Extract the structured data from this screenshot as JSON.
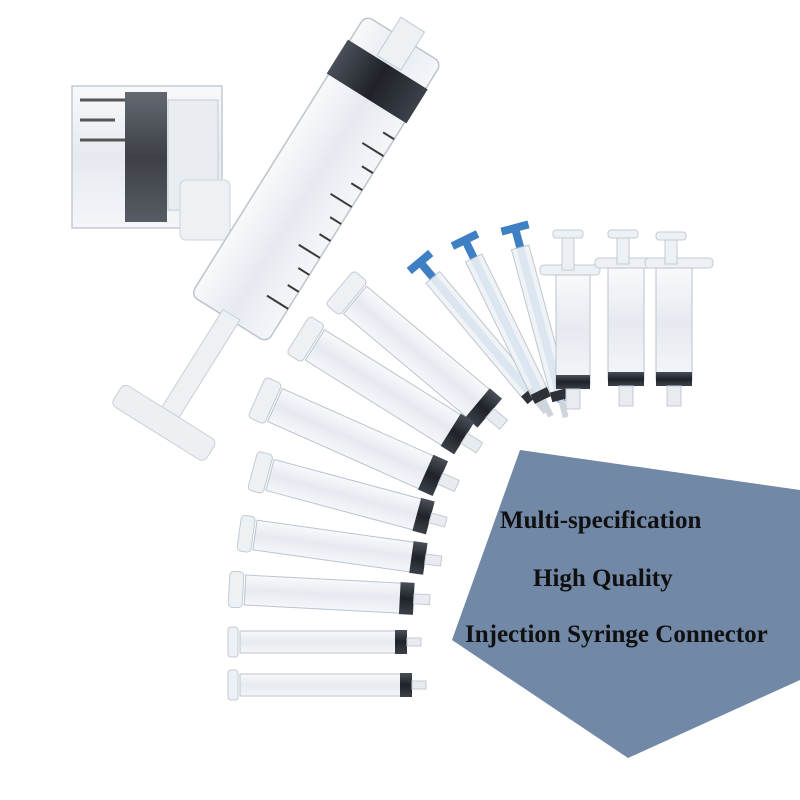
{
  "banner": {
    "line1": "Multi-specification",
    "line2": "High Quality",
    "line3": "Injection Syringe Connector"
  },
  "colors": {
    "background": "#ffffff",
    "panel": "#7188a6",
    "barrel": "#eef1f5",
    "barrel_edge": "#b9c1cc",
    "plunger_blue": "#3f7fc4",
    "seal": "#2e3138",
    "caption_text": "#101010"
  },
  "icons": [
    "syringe-icon",
    "luer-lock-connector-icon"
  ]
}
